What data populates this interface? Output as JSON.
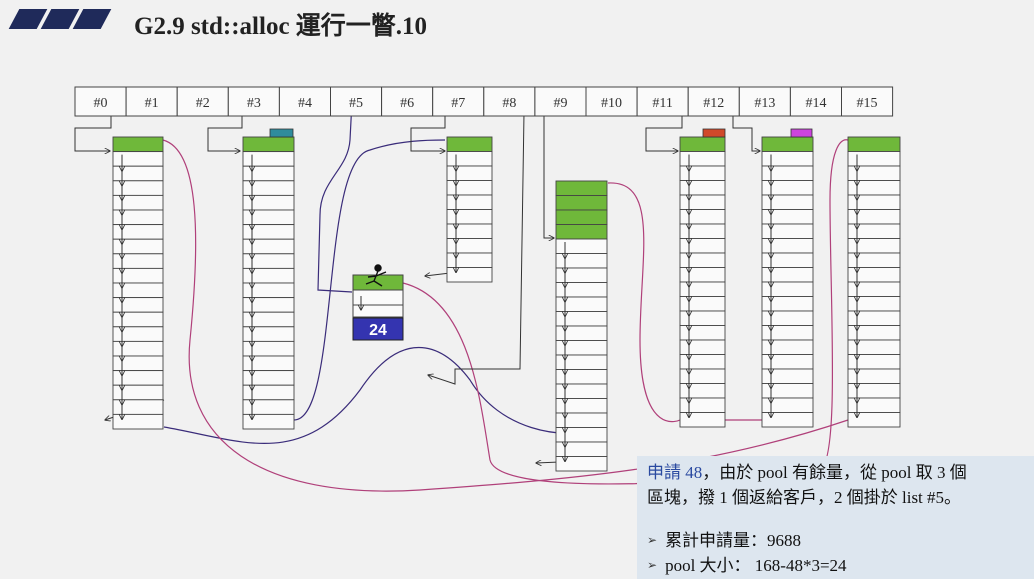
{
  "title": "G2.9 std::alloc 運行一瞥.10",
  "free_list_labels": [
    "#0",
    "#1",
    "#2",
    "#3",
    "#4",
    "#5",
    "#6",
    "#7",
    "#8",
    "#9",
    "#10",
    "#11",
    "#12",
    "#13",
    "#14",
    "#15"
  ],
  "pool_block_label": "24",
  "colors": {
    "used_block": "#6fb83a",
    "arrow_purple": "#3a2c7a",
    "arrow_magenta": "#b0407a",
    "pool_label_bg": "#3434b0",
    "marker_teal": "#2f8c9c",
    "marker_red": "#d04a2a",
    "marker_magenta": "#cc44dd"
  },
  "note": {
    "line1_prefix": "申請 48",
    "line1_rest": "，由於 pool 有餘量，從 pool 取 3 個",
    "line2": "區塊，撥 1 個返給客戶，2 個掛於 list #5。",
    "bullets": [
      {
        "icon": "arrow-bullet-icon",
        "text": "累計申請量：9688"
      },
      {
        "icon": "arrow-bullet-icon",
        "text": "pool 大小： 168-48*3=24"
      }
    ]
  }
}
